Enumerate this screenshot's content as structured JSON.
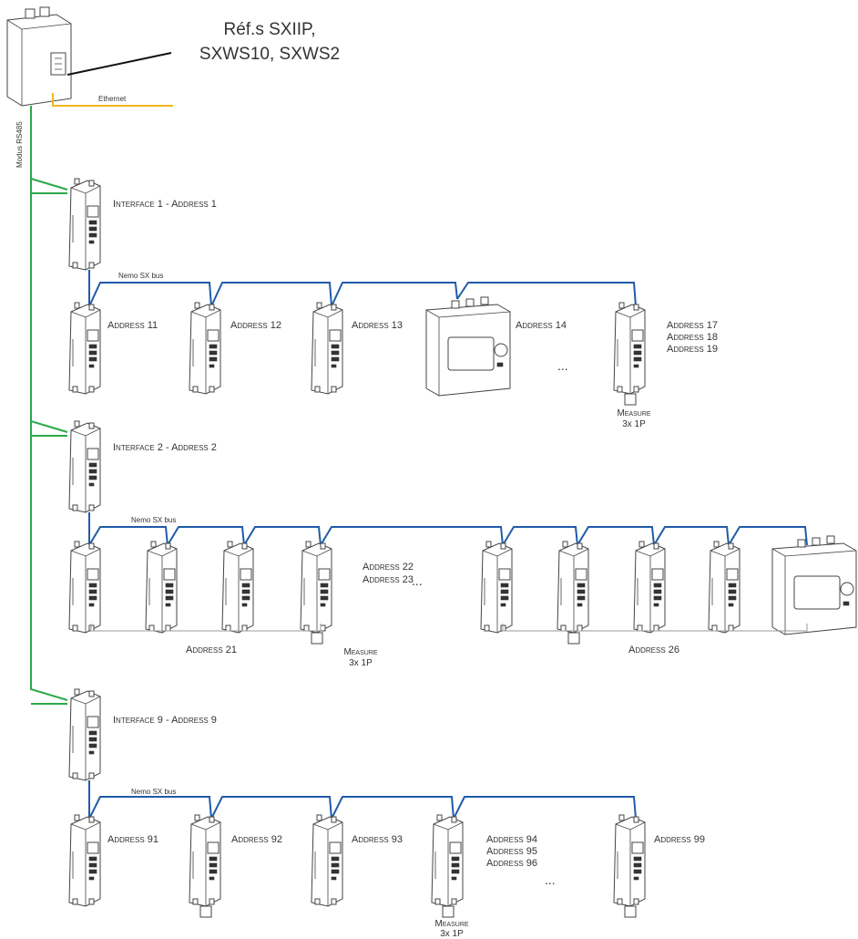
{
  "colors": {
    "rs485": "#2aa94a",
    "ethernet": "#f2b61c",
    "nemo_bus": "#1f5ba8",
    "text": "#333333",
    "device_stroke": "#444444"
  },
  "gateway": {
    "ref_line1": "Réf.s SXIIP,",
    "ref_line2": "SXWS10, SXWS2",
    "ethernet_label": "Ethernet",
    "rs485_label": "Modus RS485"
  },
  "bus_label": "Nemo SX bus",
  "ellipsis": "...",
  "groups": [
    {
      "interface_label": "Interface 1 - Address 1",
      "labels": {
        "a11": "Address 11",
        "a12": "Address 12",
        "a13": "Address 13",
        "a14": "Address 14",
        "a17": "Address 17",
        "a18": "Address 18",
        "a19": "Address 19",
        "measure": "Measure",
        "measure_sub": "3x 1P"
      }
    },
    {
      "interface_label": "Interface 2 - Address 2",
      "labels": {
        "a22": "Address 22",
        "a23": "Address 23",
        "a21": "Address 21",
        "a26": "Address 26",
        "measure": "Measure",
        "measure_sub": "3x 1P"
      }
    },
    {
      "interface_label": "Interface 9 - Address 9",
      "labels": {
        "a91": "Address 91",
        "a92": "Address 92",
        "a93": "Address 93",
        "a94": "Address 94",
        "a95": "Address 95",
        "a96": "Address 96",
        "a99": "Address 99",
        "measure": "Measure",
        "measure_sub": "3x 1P"
      }
    }
  ]
}
